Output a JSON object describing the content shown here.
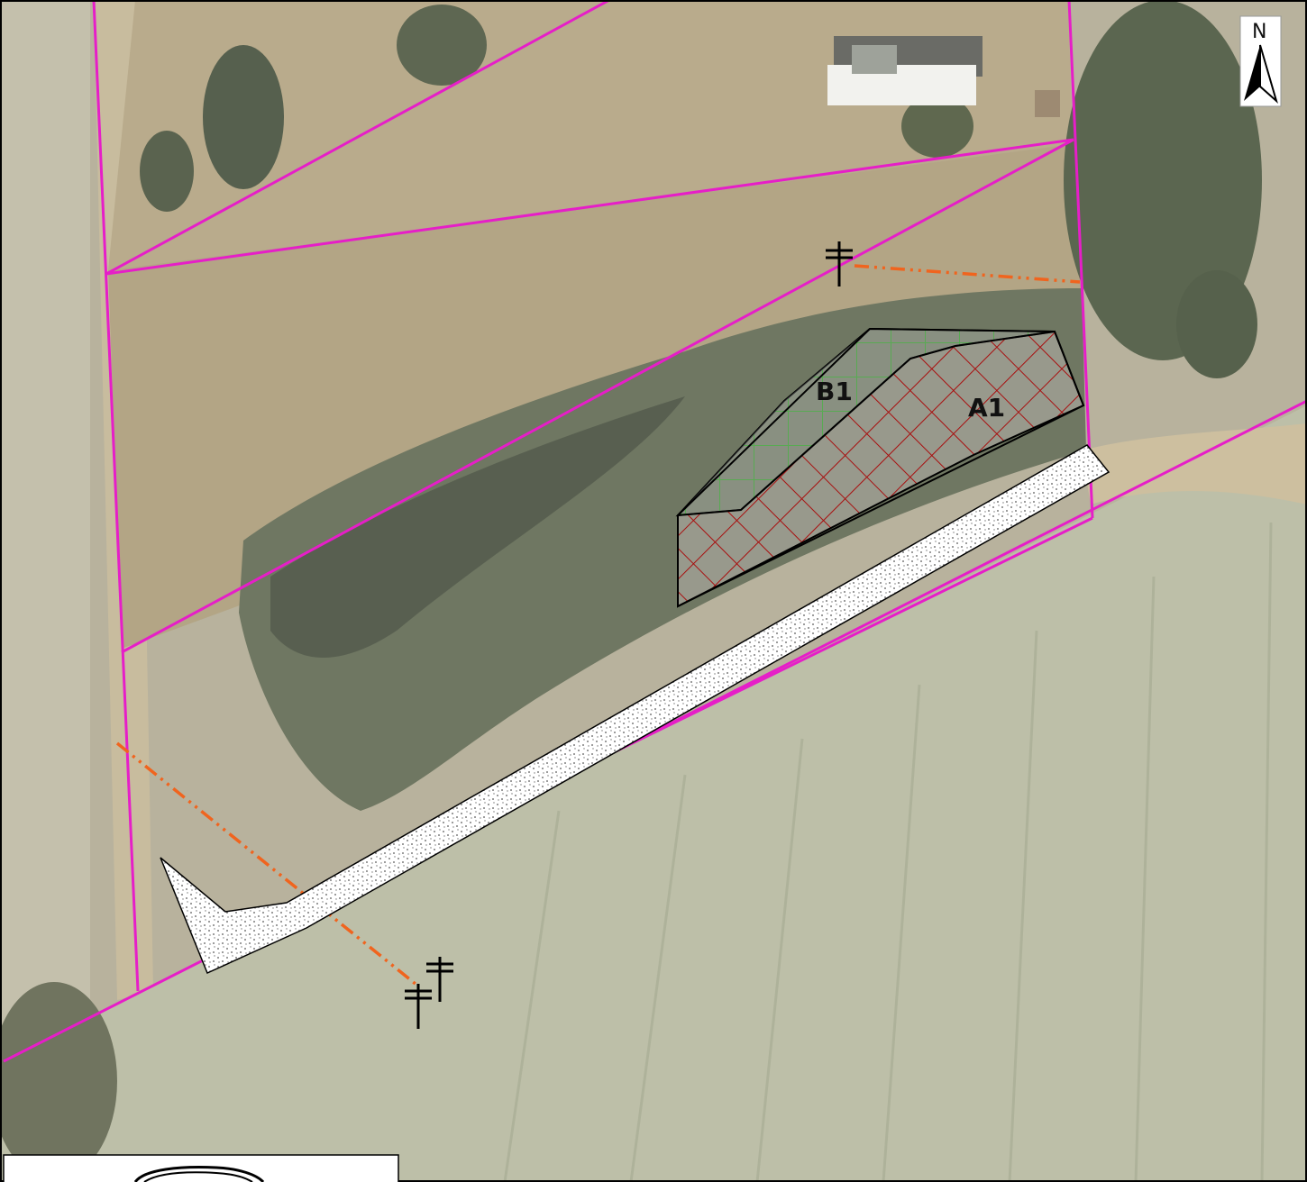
{
  "north_arrow": {
    "label": "N"
  },
  "areas": [
    {
      "id": "B1",
      "label": "B1",
      "hatch_color": "#2f9a24"
    },
    {
      "id": "A1",
      "label": "A1",
      "hatch_color": "#a80f0f"
    }
  ],
  "colors": {
    "parcel_line": "#e61ec8",
    "utility_line": "#f0641e",
    "outline": "#000000",
    "path_fill": "#ffffff"
  }
}
